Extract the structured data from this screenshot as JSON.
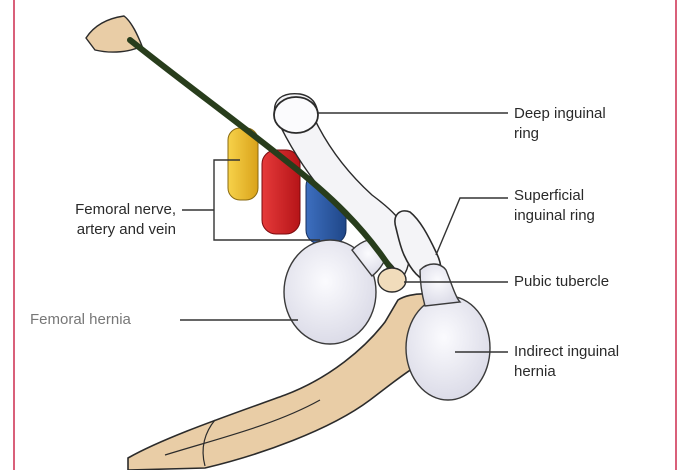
{
  "diagram": {
    "labels": {
      "deep_ring": [
        "Deep inguinal",
        "ring"
      ],
      "superficial_ring": [
        "Superficial",
        "inguinal ring"
      ],
      "femoral_vessels": [
        "Femoral nerve,",
        "artery and vein"
      ],
      "pubic_tubercle": [
        "Pubic tubercle"
      ],
      "femoral_hernia": [
        "Femoral hernia"
      ],
      "indirect_hernia": [
        "Indirect inguinal",
        "hernia"
      ]
    },
    "colors": {
      "frame": "#d9607a",
      "bone": "#e9cda6",
      "bone_outline": "#2b2b2b",
      "ligament": "#283d1c",
      "canal": "#f4f4f7",
      "hernia_sac": "#e9e9f2",
      "nerve": "#f2c33a",
      "artery": "#d7262c",
      "vein": "#2e5da5",
      "leader_line": "#333333"
    }
  }
}
